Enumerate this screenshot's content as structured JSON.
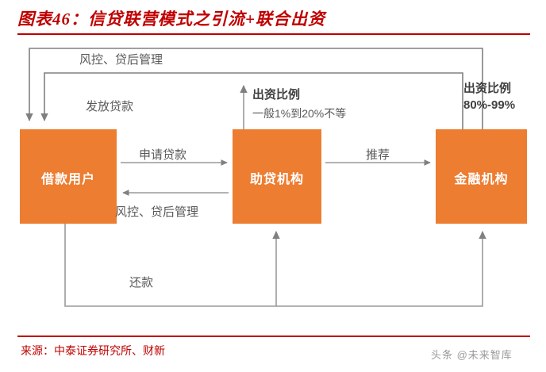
{
  "header": {
    "title": "图表46：信贷联营模式之引流+联合出资",
    "title_color": "#C00000"
  },
  "footer": {
    "source": "来源：中泰证券研究所、财新",
    "watermark": "头条 @未来智库"
  },
  "palette": {
    "box_fill": "#ED7D31",
    "box_text": "#FFFFFF",
    "arrow": "#808080",
    "label_text": "#595959",
    "emphasis_text": "#404040"
  },
  "diagram": {
    "type": "flow",
    "nodes": [
      {
        "id": "borrower",
        "label": "借款用户"
      },
      {
        "id": "loan_agent",
        "label": "助贷机构"
      },
      {
        "id": "financial",
        "label": "金融机构"
      }
    ],
    "edges": [
      {
        "id": "apply",
        "from": "borrower",
        "to": "loan_agent",
        "label": "申请贷款",
        "direction": "right"
      },
      {
        "id": "riskctl_mid",
        "from": "loan_agent",
        "to": "borrower",
        "label": "风控、贷后管理",
        "direction": "left"
      },
      {
        "id": "recommend",
        "from": "loan_agent",
        "to": "financial",
        "label": "推荐",
        "direction": "right"
      },
      {
        "id": "disburse",
        "from": "financial",
        "to": "borrower",
        "label": "发放贷款",
        "direction": "down"
      },
      {
        "id": "riskctl_top",
        "from": "financial",
        "to": "borrower",
        "label": "风控、贷后管理",
        "direction": "down"
      },
      {
        "id": "repay",
        "from": "borrower",
        "to": "financial",
        "label": "还款",
        "direction": "up"
      }
    ],
    "annotations": [
      {
        "id": "ratio_agent_title",
        "text": "出资比例",
        "style": "bold"
      },
      {
        "id": "ratio_agent_note",
        "text": "一般1%到20%不等",
        "style": "normal"
      },
      {
        "id": "ratio_fin_title",
        "text": "出资比例",
        "style": "bold"
      },
      {
        "id": "ratio_fin_value",
        "text": "80%-99%",
        "style": "bold"
      }
    ]
  }
}
